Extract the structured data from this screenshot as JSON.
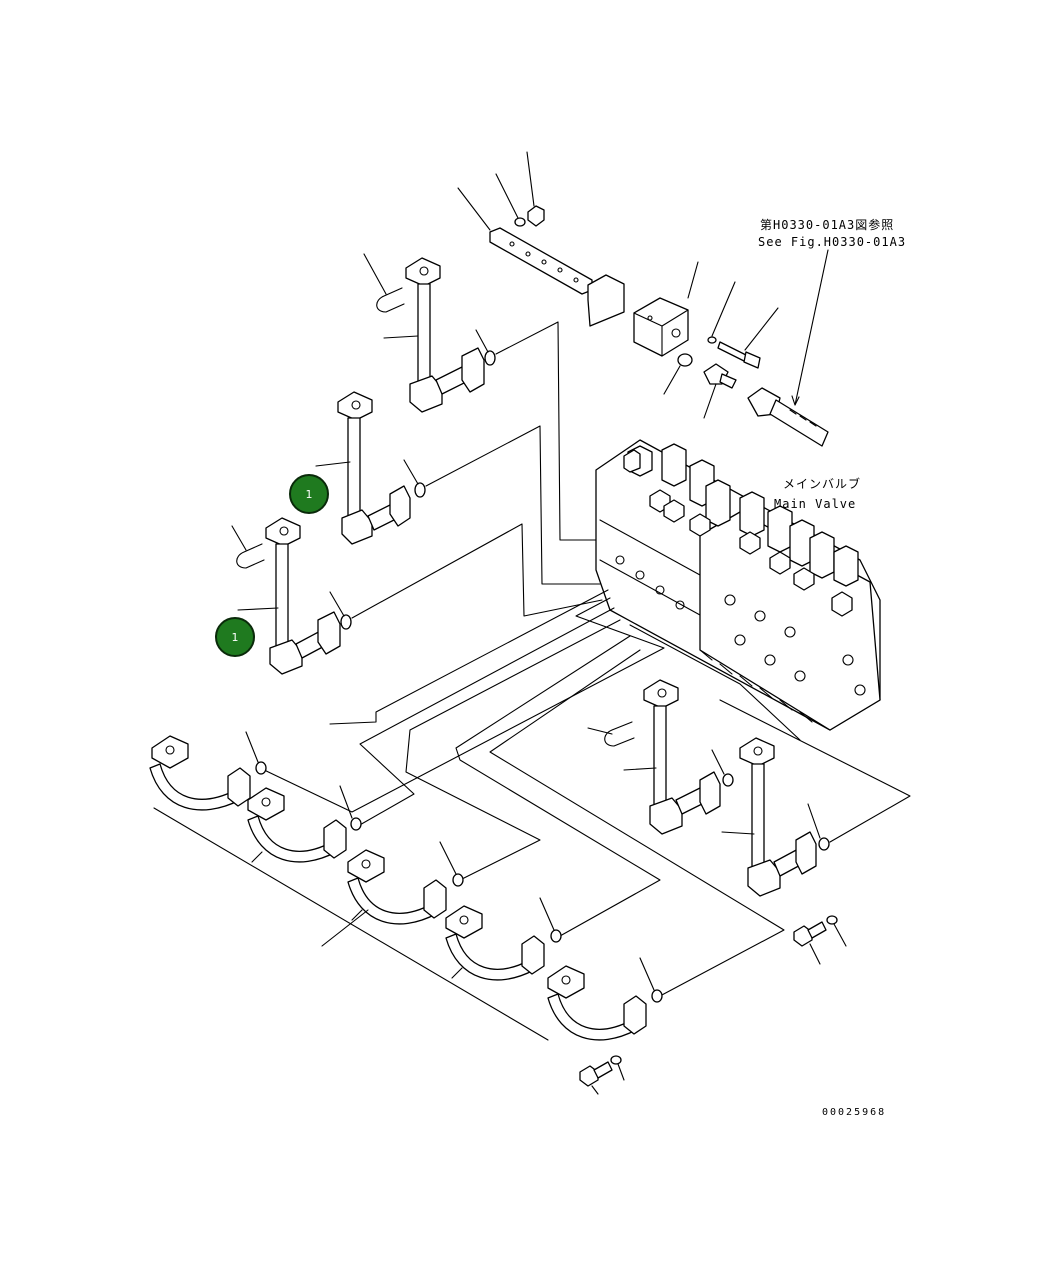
{
  "labels": {
    "ref_jp": "第H0330-01A3図参照",
    "ref_en": "See Fig.H0330-01A3",
    "main_valve_jp": "メインバルブ",
    "main_valve_en": "Main Valve",
    "drawing_number": "00025968"
  },
  "badges": [
    {
      "text": "1"
    },
    {
      "text": "1"
    }
  ],
  "colors": {
    "badge": "#1f7a1f",
    "line": "#000000",
    "background": "#ffffff"
  }
}
